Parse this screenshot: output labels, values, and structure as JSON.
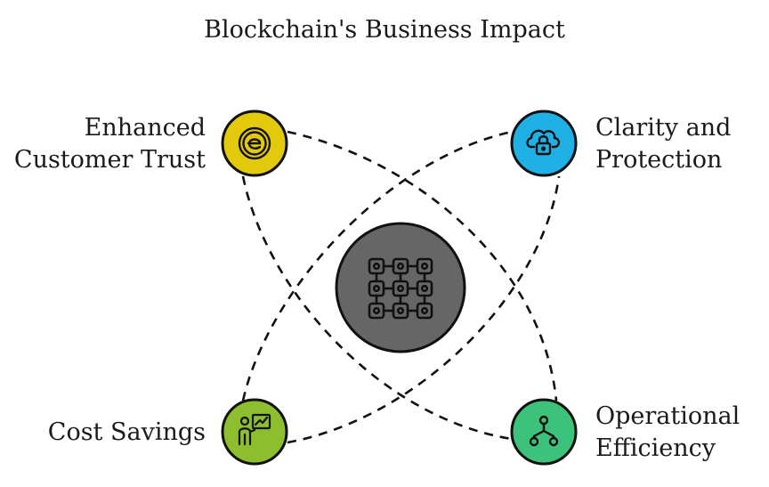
{
  "title": "Blockchain's Business Impact",
  "center": {
    "icon": "blockchain-grid-icon",
    "color": "#666666"
  },
  "nodes": [
    {
      "id": "top-left",
      "label_lines": [
        "Enhanced",
        "Customer Trust"
      ],
      "icon": "e-coin-icon",
      "color": "#E3C90B"
    },
    {
      "id": "top-right",
      "label_lines": [
        "Clarity and",
        "Protection"
      ],
      "icon": "cloud-lock-icon",
      "color": "#1FB0E6"
    },
    {
      "id": "bottom-left",
      "label_lines": [
        "Cost Savings"
      ],
      "icon": "presenter-chart-icon",
      "color": "#8DBE2D"
    },
    {
      "id": "bottom-right",
      "label_lines": [
        "Operational",
        "Efficiency"
      ],
      "icon": "hierarchy-icon",
      "color": "#3CC27A"
    }
  ]
}
